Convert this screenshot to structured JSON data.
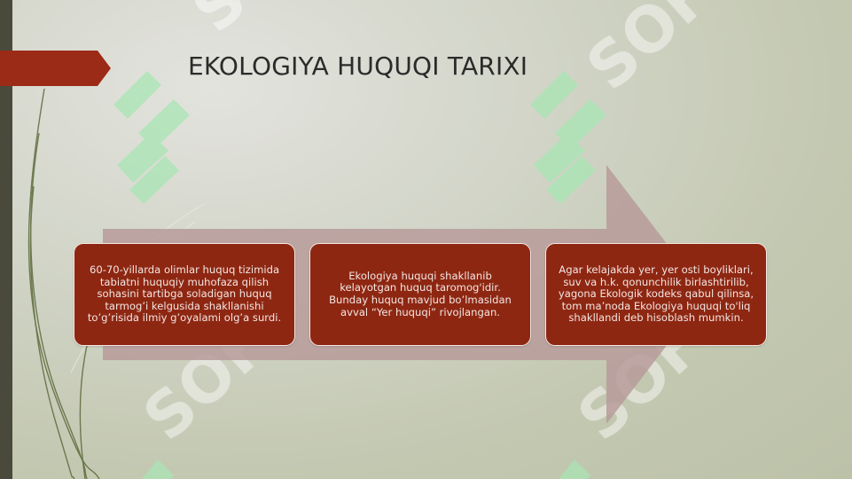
{
  "slide": {
    "title": "EKOLOGIYA HUQUQI TARIXI"
  },
  "cards": [
    {
      "text": "60-70-yillarda olimlar huquq tizimida tabiatni huquqiy muhofaza qilish sohasini tartibga soladigan huquq tarmog’i kelgusida shakllanishi to’g’risida ilmiy g’oyalami olg’a surdi."
    },
    {
      "text": "Ekologiya huquqi shakllanib kelayotgan huquq taromog'idir. Bunday huquq mavjud bo’lmasidan avval “Yer huquqi” rivojlangan."
    },
    {
      "text": "Agar kelajakda yer, yer osti boyliklari, suv va h.k. qonunchilik birlashtirilib, yagona Ekologik kodeks qabul qilinsa, tom ma’noda Ekologiya huquqi to'liq shakllandi deb hisoblash mumkin."
    }
  ],
  "watermark": {
    "text": "SOFF"
  },
  "colors": {
    "accent": "#9b2a16",
    "card_fill": "#8e2712",
    "arrow": "#b79b9a",
    "watermark_green": "#a8e6b4"
  }
}
